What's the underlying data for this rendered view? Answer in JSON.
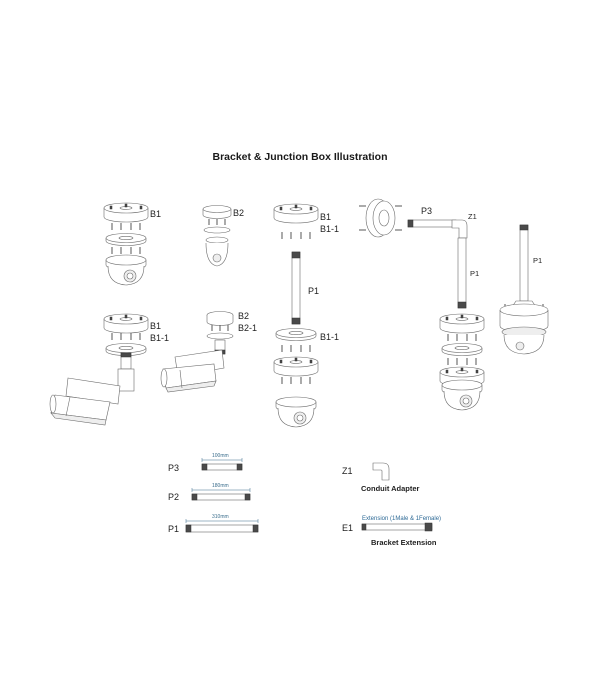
{
  "title": "Bracket & Junction Box Illustration",
  "labels": {
    "b1": "B1",
    "b1_1": "B1-1",
    "b2": "B2",
    "b2_1": "B2-1",
    "p1": "P1",
    "p2": "P2",
    "p3": "P3",
    "z1": "Z1",
    "e1": "E1"
  },
  "legend": {
    "p3_length": "100mm",
    "p2_length": "180mm",
    "p1_length": "310mm",
    "z1_caption": "Conduit Adapter",
    "e1_note": "Extension (1Male & 1Female)",
    "e1_caption": "Bracket Extension"
  }
}
